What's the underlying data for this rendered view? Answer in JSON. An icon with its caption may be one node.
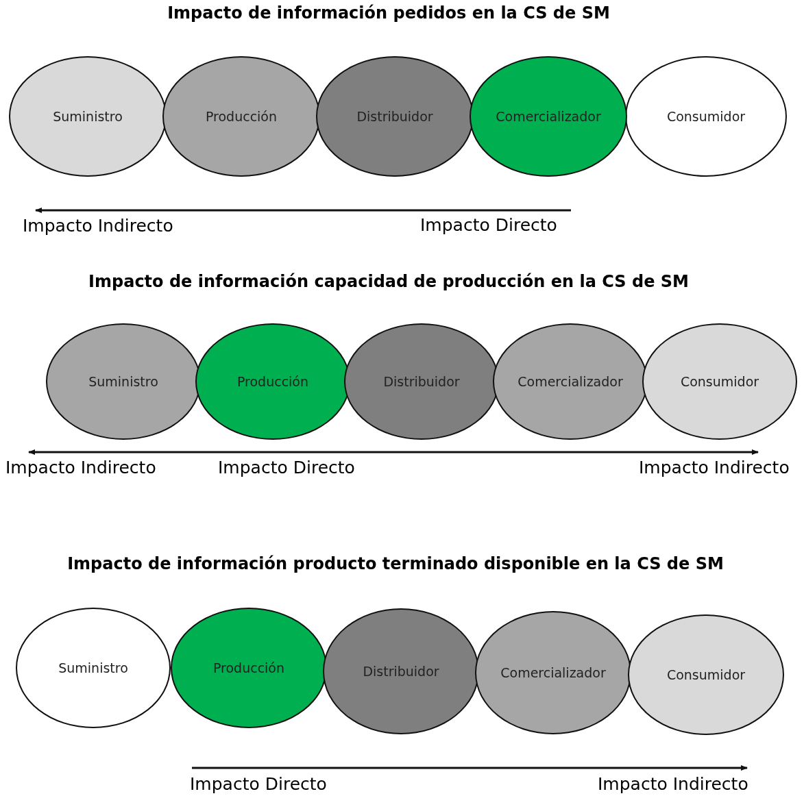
{
  "diagram": {
    "nodes": [
      {
        "text": [
          "Suministro"
        ]
      },
      {
        "text": [
          "Producción"
        ]
      },
      {
        "text": [
          "Distribuidor"
        ]
      },
      {
        "text": [
          "Comercializador"
        ]
      },
      {
        "text": [
          "Consumidor"
        ]
      },
      {
        "text": [
          "Suministro"
        ]
      },
      {
        "text": [
          "Producción"
        ]
      },
      {
        "text": [
          "Distribuidor"
        ]
      },
      {
        "text": [
          "Comercializador"
        ]
      },
      {
        "text": [
          "Consumidor"
        ]
      },
      {
        "text": [
          "Suministro"
        ]
      },
      {
        "text": [
          "Producción"
        ]
      },
      {
        "text": [
          "Distribuidor"
        ]
      },
      {
        "text": [
          "Comercializador"
        ]
      },
      {
        "text": [
          "Consumidor"
        ]
      }
    ],
    "labels": [
      "Impacto de información pedidos en la CS de SM",
      "Impacto Indirecto",
      "Impacto Directo",
      "Impacto de información capacidad de producción en la CS de SM",
      "Impacto Indirecto",
      "Impacto Directo",
      "Impacto Indirecto",
      "Impacto de información producto terminado disponible en la CS de SM",
      "Impacto Directo",
      "Impacto Indirecto"
    ]
  }
}
